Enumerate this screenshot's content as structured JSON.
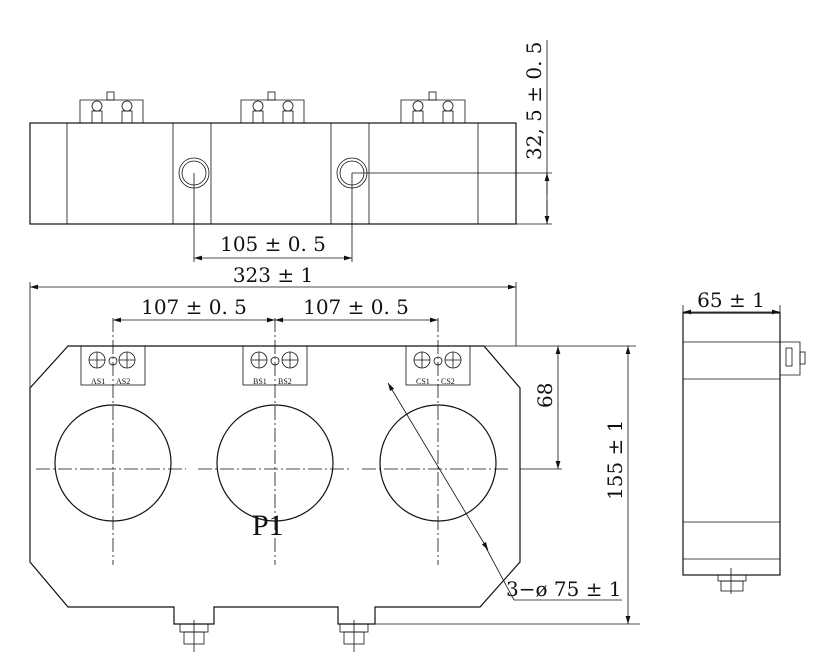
{
  "dimensions": {
    "top_height": "32, 5 ± 0. 5",
    "hole_pitch": "105 ± 0. 5",
    "overall_length": "323 ± 1",
    "pitch_left": "107 ± 0. 5",
    "pitch_right": "107 ± 0. 5",
    "center_height": "68",
    "overall_height": "155 ± 1",
    "aperture": "3−ø 75 ± 1",
    "depth": "65 ± 1"
  },
  "terminals": [
    "AS1",
    "AS2",
    "BS1",
    "BS2",
    "CS1",
    "CS2"
  ],
  "marking": "P1"
}
